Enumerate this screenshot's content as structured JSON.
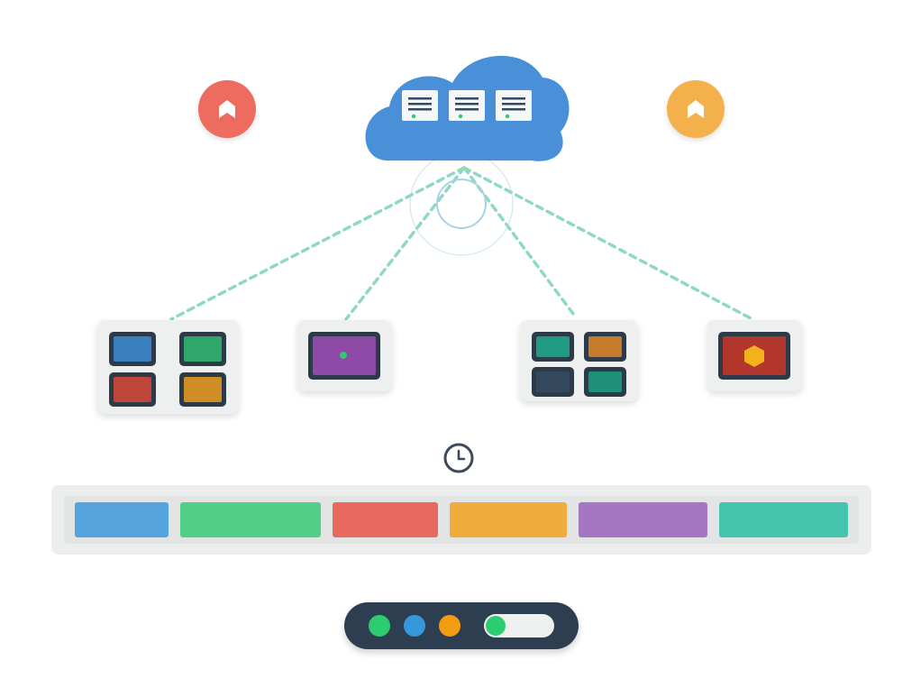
{
  "colors": {
    "cloud": "#4a90d9",
    "cloud_dark": "#3f82cc",
    "server_light": "#f4f6f8",
    "server_led": "#2ecc71",
    "link_line": "#8fd9c4",
    "ring": "#a9d2e8",
    "badge_left": "#ee6b5f",
    "badge_right": "#f4b04a",
    "screen_frame": "#2d3a47",
    "panel": "#eef0ef"
  },
  "icons": {
    "cloud": "cloud-icon",
    "server": "server-icon",
    "badge_symbol": "bookmark-icon",
    "clock": "clock-icon",
    "hexagon": "hexagon-icon"
  },
  "cloud": {
    "servers": [
      {
        "icon": "server-icon"
      },
      {
        "icon": "server-icon"
      },
      {
        "icon": "server-icon"
      }
    ]
  },
  "devices": [
    {
      "kind": "grid-2x2",
      "tiles": [
        "#3a7fbf",
        "#2fa66a",
        "#c0453b",
        "#cf8e25"
      ]
    },
    {
      "kind": "single",
      "tiles": [
        "#8e4aa6"
      ],
      "marker": "green-dot"
    },
    {
      "kind": "grid-2x2",
      "tiles": [
        "#1f9a83",
        "#c77a2a",
        "#34495e",
        "#1e8f78"
      ]
    },
    {
      "kind": "single",
      "tiles": [
        "#b3362d"
      ],
      "marker": "hexagon-icon"
    }
  ],
  "timeline": {
    "segments": [
      {
        "color": "#55a4de"
      },
      {
        "color": "#52cf86"
      },
      {
        "color": "#e86a5e"
      },
      {
        "color": "#f1aa3c"
      },
      {
        "color": "#a576c2"
      },
      {
        "color": "#46c4ad"
      }
    ]
  },
  "controls": {
    "dots": [
      {
        "name": "status-dot-green",
        "color": "#2ecc71"
      },
      {
        "name": "status-dot-blue",
        "color": "#3498db"
      },
      {
        "name": "status-dot-orange",
        "color": "#f39c12"
      }
    ],
    "toggle": {
      "on": true,
      "knob_color": "#2ecc71"
    }
  }
}
